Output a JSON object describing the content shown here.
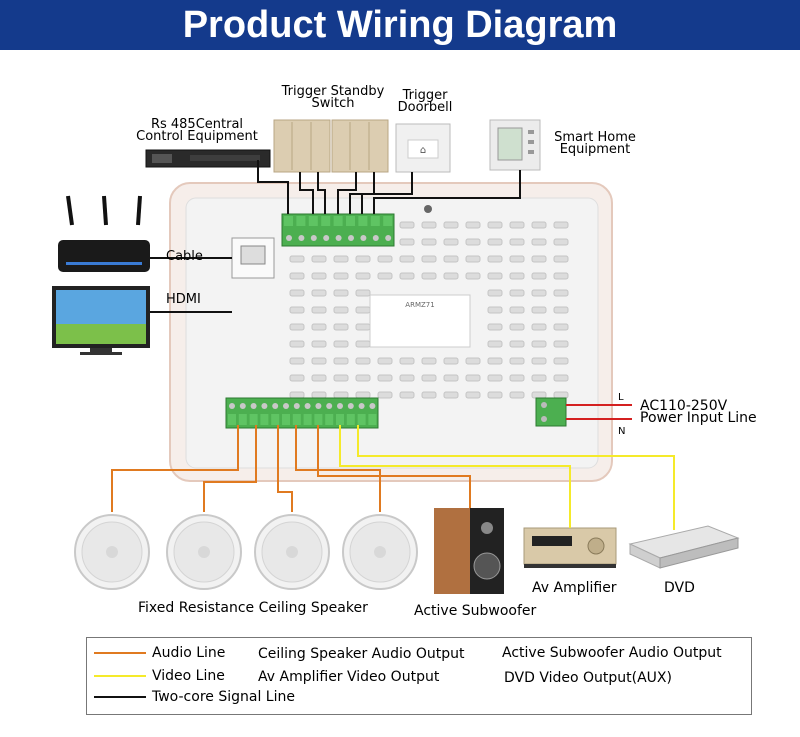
{
  "title": "Product Wiring Diagram",
  "colors": {
    "title_bar": "#143a8c",
    "audio_line": "#e07a20",
    "video_line": "#f5ea2a",
    "signal_line": "#111111",
    "power_line": "#d42020",
    "terminal_green": "#4caf50"
  },
  "devices": {
    "rs485": [
      "Rs 485Central",
      "Control Equipment"
    ],
    "standby_switch": [
      "Trigger Standby",
      "Switch"
    ],
    "doorbell": [
      "Trigger",
      "Doorbell"
    ],
    "smart_home": [
      "Smart Home",
      "Equipment"
    ],
    "router_cable": "Cable",
    "tv_hdmi": "HDMI",
    "power": [
      "AC110-250V",
      "Power Input Line"
    ],
    "power_terminals": [
      "L",
      "N"
    ],
    "ceiling_speakers": "Fixed Resistance Ceiling Speaker",
    "subwoofer": "Active Subwoofer",
    "amplifier": "Av Amplifier",
    "dvd": "DVD"
  },
  "legend": {
    "lines": [
      {
        "label": "Audio Line",
        "color": "#e07a20"
      },
      {
        "label": "Video Line",
        "color": "#f5ea2a"
      },
      {
        "label": "Two-core Signal Line",
        "color": "#111111"
      }
    ],
    "outputs": [
      "Ceiling Speaker Audio Output",
      "Active Subwoofer Audio Output",
      "Av Amplifier Video Output",
      "DVD Video Output(AUX)"
    ]
  }
}
